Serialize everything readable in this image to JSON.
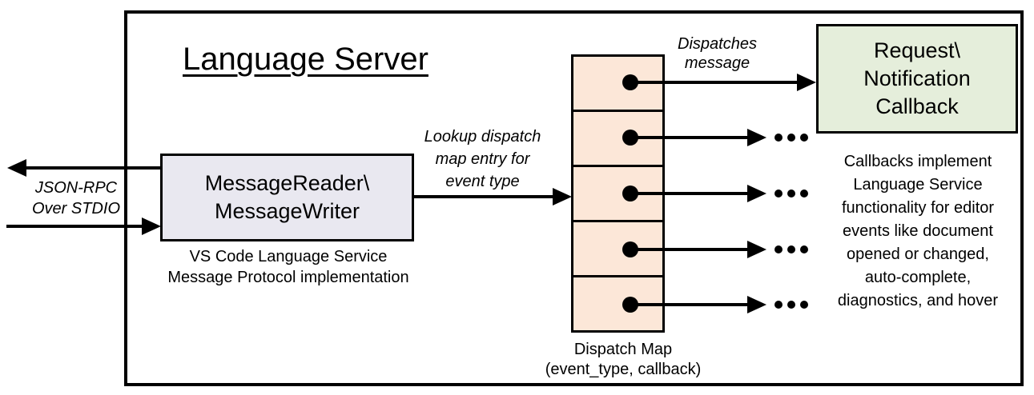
{
  "diagram": {
    "title": "Language Server",
    "stdio_label": [
      "JSON-RPC",
      "Over STDIO"
    ],
    "message_box": {
      "label": [
        "MessageReader\\",
        "MessageWriter"
      ],
      "caption": [
        "VS Code Language Service",
        "Message Protocol implementation"
      ]
    },
    "lookup_label": [
      "Lookup dispatch",
      "map entry for",
      "event type"
    ],
    "dispatch_map": {
      "cell_count": 5,
      "label": [
        "Dispatch Map",
        "(event_type, callback)"
      ]
    },
    "dispatches_label": [
      "Dispatches",
      "message"
    ],
    "callback_box": {
      "label": [
        "Request\\",
        "Notification",
        "Callback"
      ]
    },
    "callbacks_note": [
      "Callbacks implement",
      "Language Service",
      "functionality for editor",
      "events like document",
      "opened or changed,",
      "auto-complete,",
      "diagnostics, and hover"
    ],
    "ellipsis": "...",
    "colors": {
      "message_box_fill": "#e9e8f0",
      "dispatch_cell_fill": "#fce7d8",
      "callback_box_fill": "#e5eedb",
      "line": "#000000"
    }
  }
}
